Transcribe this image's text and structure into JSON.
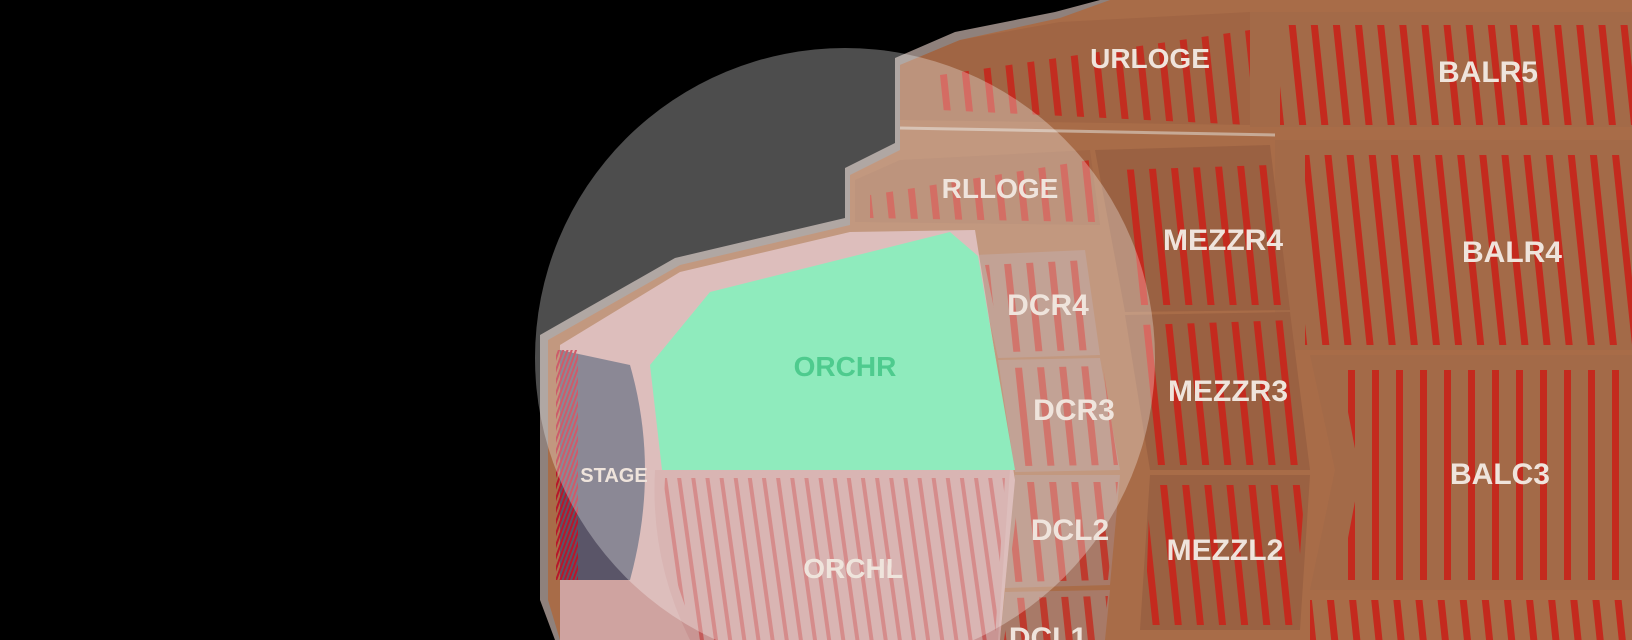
{
  "map": {
    "highlighted_section": "ORCHR",
    "colors": {
      "background": "#000000",
      "venue_outline": "#9a8a84",
      "upper_floor": "#a86c48",
      "loge": "#a66a48",
      "mezzanine": "#9a6142",
      "dress_circle": "#a87a68",
      "orchestra": "#c9a0a0",
      "seat_row": "#c42a1e",
      "stage": "#5a5568",
      "highlight": "#5fe3a1",
      "spotlight": "#ffffff"
    },
    "sections": {
      "urloge": "URLOGE",
      "balr5": "BALR5",
      "rlloge": "RLLOGE",
      "mezzr4": "MEZZR4",
      "balr4": "BALR4",
      "dcr4": "DCR4",
      "orchr": "ORCHR",
      "dcr3": "DCR3",
      "mezzr3": "MEZZR3",
      "balc3": "BALC3",
      "stage": "STAGE",
      "dcl2": "DCL2",
      "mezzl2": "MEZZL2",
      "orchl": "ORCHL",
      "dcl1": "DCL1"
    }
  }
}
